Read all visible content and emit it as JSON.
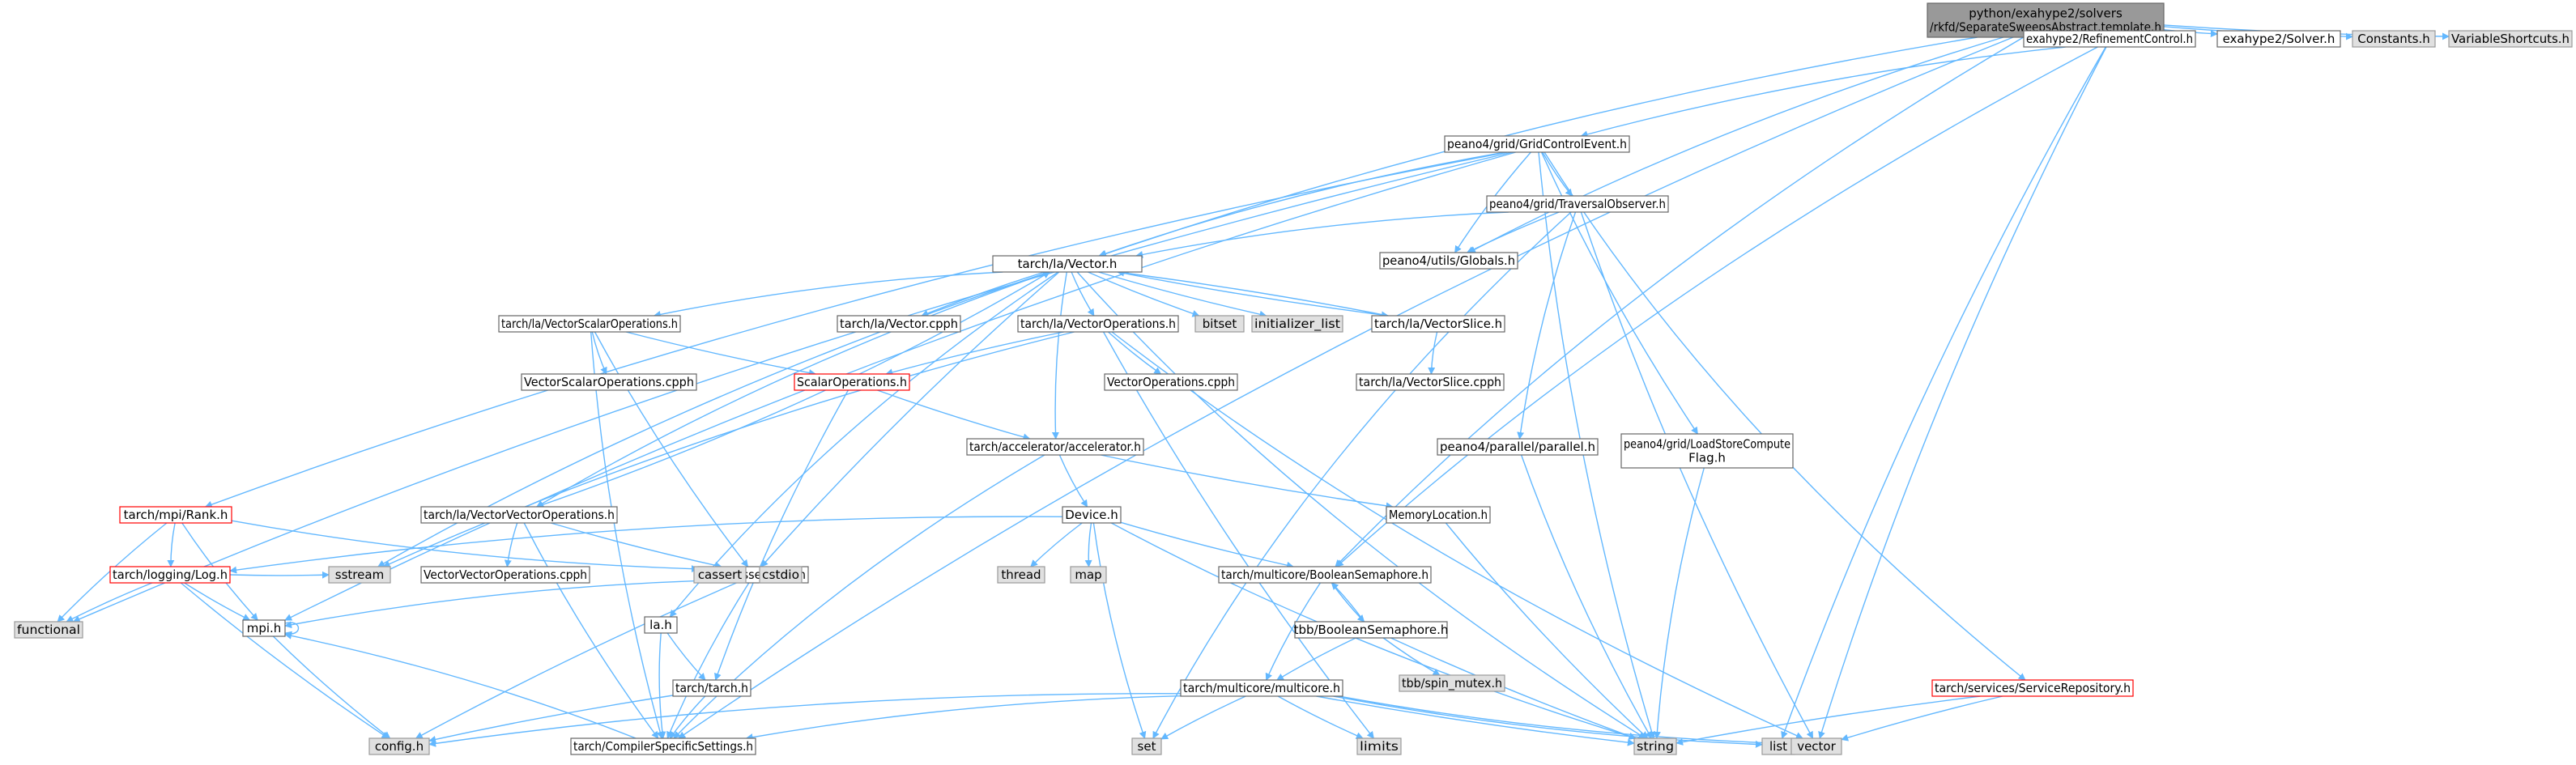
{
  "diagram": {
    "colors": {
      "edge": "#63b8ff",
      "root_fill": "#999999",
      "node_fill": "#ffffff",
      "system_fill": "#e0e0e0",
      "node_border": "#666666",
      "linked_border": "#ff0000"
    },
    "nodes": [
      {
        "id": "root",
        "lines": [
          "python/exahype2/solvers",
          "/rkfd/SeparateSweepsAbstract.template.h"
        ],
        "kind": "root"
      },
      {
        "id": "refctl",
        "lines": [
          "exahype2/RefinementControl.h"
        ],
        "kind": "normal"
      },
      {
        "id": "solver",
        "lines": [
          "exahype2/Solver.h"
        ],
        "kind": "normal"
      },
      {
        "id": "constants",
        "lines": [
          "Constants.h"
        ],
        "kind": "system"
      },
      {
        "id": "varshort",
        "lines": [
          "VariableShortcuts.h"
        ],
        "kind": "system"
      },
      {
        "id": "gridctl",
        "lines": [
          "peano4/grid/GridControlEvent.h"
        ],
        "kind": "normal"
      },
      {
        "id": "travobs",
        "lines": [
          "peano4/grid/TraversalObserver.h"
        ],
        "kind": "normal"
      },
      {
        "id": "globals",
        "lines": [
          "peano4/utils/Globals.h"
        ],
        "kind": "normal"
      },
      {
        "id": "vector",
        "lines": [
          "tarch/la/Vector.h"
        ],
        "kind": "normal"
      },
      {
        "id": "vscalops",
        "lines": [
          "tarch/la/VectorScalarOperations.h"
        ],
        "kind": "normal"
      },
      {
        "id": "vcpph",
        "lines": [
          "tarch/la/Vector.cpph"
        ],
        "kind": "normal"
      },
      {
        "id": "vops",
        "lines": [
          "tarch/la/VectorOperations.h"
        ],
        "kind": "normal"
      },
      {
        "id": "bitset",
        "lines": [
          "bitset"
        ],
        "kind": "system"
      },
      {
        "id": "initlist",
        "lines": [
          "initializer_list"
        ],
        "kind": "system"
      },
      {
        "id": "vslice",
        "lines": [
          "tarch/la/VectorSlice.h"
        ],
        "kind": "normal"
      },
      {
        "id": "vscalopscpph",
        "lines": [
          "VectorScalarOperations.cpph"
        ],
        "kind": "normal"
      },
      {
        "id": "scalops",
        "lines": [
          "ScalarOperations.h"
        ],
        "kind": "linked"
      },
      {
        "id": "vopscpph",
        "lines": [
          "VectorOperations.cpph"
        ],
        "kind": "normal"
      },
      {
        "id": "vslicecpph",
        "lines": [
          "tarch/la/VectorSlice.cpph"
        ],
        "kind": "normal"
      },
      {
        "id": "accel",
        "lines": [
          "tarch/accelerator/accelerator.h"
        ],
        "kind": "normal"
      },
      {
        "id": "parallel",
        "lines": [
          "peano4/parallel/parallel.h"
        ],
        "kind": "normal"
      },
      {
        "id": "lsflag",
        "lines": [
          "peano4/grid/LoadStoreCompute",
          "Flag.h"
        ],
        "kind": "normal"
      },
      {
        "id": "rank",
        "lines": [
          "tarch/mpi/Rank.h"
        ],
        "kind": "linked"
      },
      {
        "id": "vvops",
        "lines": [
          "tarch/la/VectorVectorOperations.h"
        ],
        "kind": "normal"
      },
      {
        "id": "device",
        "lines": [
          "Device.h"
        ],
        "kind": "normal"
      },
      {
        "id": "memloc",
        "lines": [
          "MemoryLocation.h"
        ],
        "kind": "normal"
      },
      {
        "id": "log",
        "lines": [
          "tarch/logging/Log.h"
        ],
        "kind": "linked"
      },
      {
        "id": "vvopscpph",
        "lines": [
          "VectorVectorOperations.cpph"
        ],
        "kind": "normal"
      },
      {
        "id": "assert",
        "lines": [
          "tarch/Assertions.h"
        ],
        "kind": "normal"
      },
      {
        "id": "thread",
        "lines": [
          "thread"
        ],
        "kind": "system"
      },
      {
        "id": "map",
        "lines": [
          "map"
        ],
        "kind": "system"
      },
      {
        "id": "boolsem",
        "lines": [
          "tarch/multicore/BooleanSemaphore.h"
        ],
        "kind": "normal"
      },
      {
        "id": "functional",
        "lines": [
          "functional"
        ],
        "kind": "system"
      },
      {
        "id": "mpi",
        "lines": [
          "mpi.h"
        ],
        "kind": "normal"
      },
      {
        "id": "sstream",
        "lines": [
          "sstream"
        ],
        "kind": "system"
      },
      {
        "id": "lah",
        "lines": [
          "la.h"
        ],
        "kind": "normal"
      },
      {
        "id": "cassert",
        "lines": [
          "cassert"
        ],
        "kind": "system"
      },
      {
        "id": "cstdio",
        "lines": [
          "cstdio"
        ],
        "kind": "system"
      },
      {
        "id": "tbbsem",
        "lines": [
          "tbb/BooleanSemaphore.h"
        ],
        "kind": "normal"
      },
      {
        "id": "tarch",
        "lines": [
          "tarch/tarch.h"
        ],
        "kind": "normal"
      },
      {
        "id": "tbbspin",
        "lines": [
          "tbb/spin_mutex.h"
        ],
        "kind": "system"
      },
      {
        "id": "multicore",
        "lines": [
          "tarch/multicore/multicore.h"
        ],
        "kind": "normal"
      },
      {
        "id": "servrepo",
        "lines": [
          "tarch/services/ServiceRepository.h"
        ],
        "kind": "linked"
      },
      {
        "id": "config",
        "lines": [
          "config.h"
        ],
        "kind": "system"
      },
      {
        "id": "compset",
        "lines": [
          "tarch/CompilerSpecificSettings.h"
        ],
        "kind": "normal"
      },
      {
        "id": "set",
        "lines": [
          "set"
        ],
        "kind": "system"
      },
      {
        "id": "limits",
        "lines": [
          "limits"
        ],
        "kind": "system"
      },
      {
        "id": "string",
        "lines": [
          "string"
        ],
        "kind": "system"
      },
      {
        "id": "list",
        "lines": [
          "list"
        ],
        "kind": "system"
      },
      {
        "id": "vectorstd",
        "lines": [
          "vector"
        ],
        "kind": "system"
      }
    ],
    "edges": [
      [
        "root",
        "refctl"
      ],
      [
        "root",
        "solver"
      ],
      [
        "root",
        "constants"
      ],
      [
        "root",
        "varshort"
      ],
      [
        "root",
        "globals"
      ],
      [
        "root",
        "vector"
      ],
      [
        "root",
        "boolsem"
      ],
      [
        "root",
        "compset"
      ],
      [
        "refctl",
        "gridctl"
      ],
      [
        "refctl",
        "boolsem"
      ],
      [
        "refctl",
        "list"
      ],
      [
        "refctl",
        "vectorstd"
      ],
      [
        "gridctl",
        "travobs"
      ],
      [
        "gridctl",
        "globals"
      ],
      [
        "gridctl",
        "vector"
      ],
      [
        "gridctl",
        "lsflag"
      ],
      [
        "gridctl",
        "rank"
      ],
      [
        "gridctl",
        "mpi"
      ],
      [
        "gridctl",
        "functional"
      ],
      [
        "gridctl",
        "servrepo"
      ],
      [
        "gridctl",
        "string"
      ],
      [
        "travobs",
        "globals"
      ],
      [
        "travobs",
        "vector"
      ],
      [
        "travobs",
        "parallel"
      ],
      [
        "travobs",
        "set"
      ],
      [
        "travobs",
        "vectorstd"
      ],
      [
        "vector",
        "vscalops"
      ],
      [
        "vector",
        "vcpph"
      ],
      [
        "vector",
        "vops"
      ],
      [
        "vector",
        "bitset"
      ],
      [
        "vector",
        "initlist"
      ],
      [
        "vector",
        "vslice"
      ],
      [
        "vector",
        "vvops"
      ],
      [
        "vector",
        "accel"
      ],
      [
        "vector",
        "assert"
      ],
      [
        "vector",
        "lah"
      ],
      [
        "vector",
        "sstream"
      ],
      [
        "vector",
        "string"
      ],
      [
        "vslice",
        "vector"
      ],
      [
        "vslice",
        "vslicecpph"
      ],
      [
        "vscalops",
        "vscalopscpph"
      ],
      [
        "vscalops",
        "scalops"
      ],
      [
        "vscalops",
        "assert"
      ],
      [
        "vscalops",
        "compset"
      ],
      [
        "vops",
        "vopscpph"
      ],
      [
        "vops",
        "scalops"
      ],
      [
        "vops",
        "sstream"
      ],
      [
        "vops",
        "limits"
      ],
      [
        "vops",
        "vectorstd"
      ],
      [
        "scalops",
        "accel"
      ],
      [
        "scalops",
        "tarch"
      ],
      [
        "accel",
        "device"
      ],
      [
        "accel",
        "memloc"
      ],
      [
        "accel",
        "compset"
      ],
      [
        "device",
        "log"
      ],
      [
        "device",
        "boolsem"
      ],
      [
        "device",
        "thread"
      ],
      [
        "device",
        "map"
      ],
      [
        "device",
        "set"
      ],
      [
        "device",
        "string"
      ],
      [
        "memloc",
        "string"
      ],
      [
        "parallel",
        "string"
      ],
      [
        "lsflag",
        "string"
      ],
      [
        "vvops",
        "vvopscpph"
      ],
      [
        "vvops",
        "assert"
      ],
      [
        "vvops",
        "vector"
      ],
      [
        "vvops",
        "compset"
      ],
      [
        "rank",
        "log"
      ],
      [
        "rank",
        "assert"
      ],
      [
        "rank",
        "functional"
      ],
      [
        "rank",
        "mpi"
      ],
      [
        "log",
        "functional"
      ],
      [
        "log",
        "mpi"
      ],
      [
        "log",
        "sstream"
      ],
      [
        "log",
        "config"
      ],
      [
        "assert",
        "mpi"
      ],
      [
        "assert",
        "cassert"
      ],
      [
        "assert",
        "cstdio"
      ],
      [
        "assert",
        "config"
      ],
      [
        "assert",
        "compset"
      ],
      [
        "mpi",
        "mpi"
      ],
      [
        "mpi",
        "config"
      ],
      [
        "compset",
        "mpi"
      ],
      [
        "lah",
        "tarch"
      ],
      [
        "lah",
        "compset"
      ],
      [
        "tarch",
        "config"
      ],
      [
        "tarch",
        "compset"
      ],
      [
        "boolsem",
        "tbbsem"
      ],
      [
        "boolsem",
        "multicore"
      ],
      [
        "tbbsem",
        "boolsem"
      ],
      [
        "tbbsem",
        "multicore"
      ],
      [
        "tbbsem",
        "tbbspin"
      ],
      [
        "tbbsem",
        "string"
      ],
      [
        "multicore",
        "config"
      ],
      [
        "multicore",
        "compset"
      ],
      [
        "multicore",
        "set"
      ],
      [
        "multicore",
        "limits"
      ],
      [
        "multicore",
        "string"
      ],
      [
        "multicore",
        "list"
      ],
      [
        "multicore",
        "vectorstd"
      ],
      [
        "servrepo",
        "string"
      ],
      [
        "servrepo",
        "vectorstd"
      ]
    ]
  }
}
